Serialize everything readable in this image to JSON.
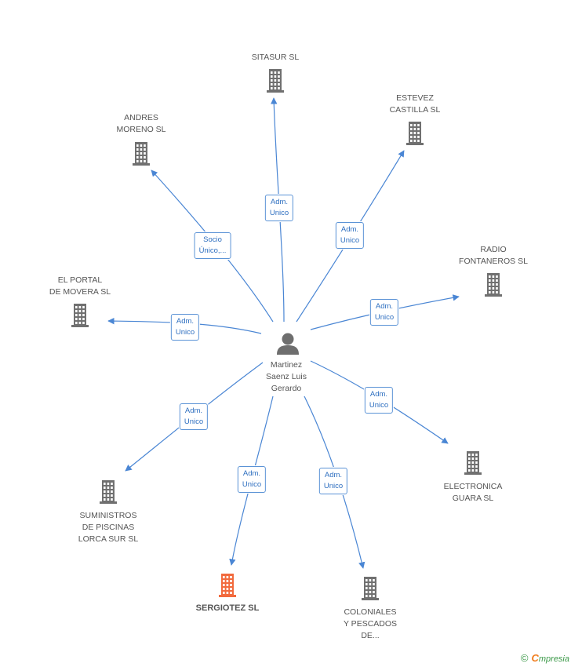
{
  "colors": {
    "edge": "#4a86d4",
    "building": "#707070",
    "building_main": "#f26a3d",
    "person": "#6e6e6e"
  },
  "person": {
    "label": "Martinez\nSaenz Luis\nGerardo",
    "icon": "person-icon"
  },
  "companies": [
    {
      "id": "sitasur",
      "label": "SITASUR SL",
      "main": false,
      "edge_label": "Adm.\nUnico"
    },
    {
      "id": "estevez",
      "label": "ESTEVEZ\nCASTILLA SL",
      "main": false,
      "edge_label": "Adm.\nUnico"
    },
    {
      "id": "radio",
      "label": "RADIO\nFONTANEROS SL",
      "main": false,
      "edge_label": "Adm.\nUnico"
    },
    {
      "id": "electronica",
      "label": "ELECTRONICA\nGUARA SL",
      "main": false,
      "edge_label": "Adm.\nUnico"
    },
    {
      "id": "coloniales",
      "label": "COLONIALES\nY PESCADOS\nDE...",
      "main": false,
      "edge_label": "Adm.\nUnico"
    },
    {
      "id": "sergiotez",
      "label": "SERGIOTEZ SL",
      "main": true,
      "edge_label": "Adm.\nUnico"
    },
    {
      "id": "suministros",
      "label": "SUMINISTROS\nDE PISCINAS\nLORCA SUR SL",
      "main": false,
      "edge_label": "Adm.\nUnico"
    },
    {
      "id": "portal",
      "label": "EL PORTAL\nDE MOVERA SL",
      "main": false,
      "edge_label": "Adm.\nUnico"
    },
    {
      "id": "andres",
      "label": "ANDRES\nMORENO SL",
      "main": false,
      "edge_label": "Socio\nÚnico,..."
    }
  ],
  "footer": {
    "copyright": "©",
    "brand_initial": "C",
    "brand_rest": "mpresia"
  }
}
